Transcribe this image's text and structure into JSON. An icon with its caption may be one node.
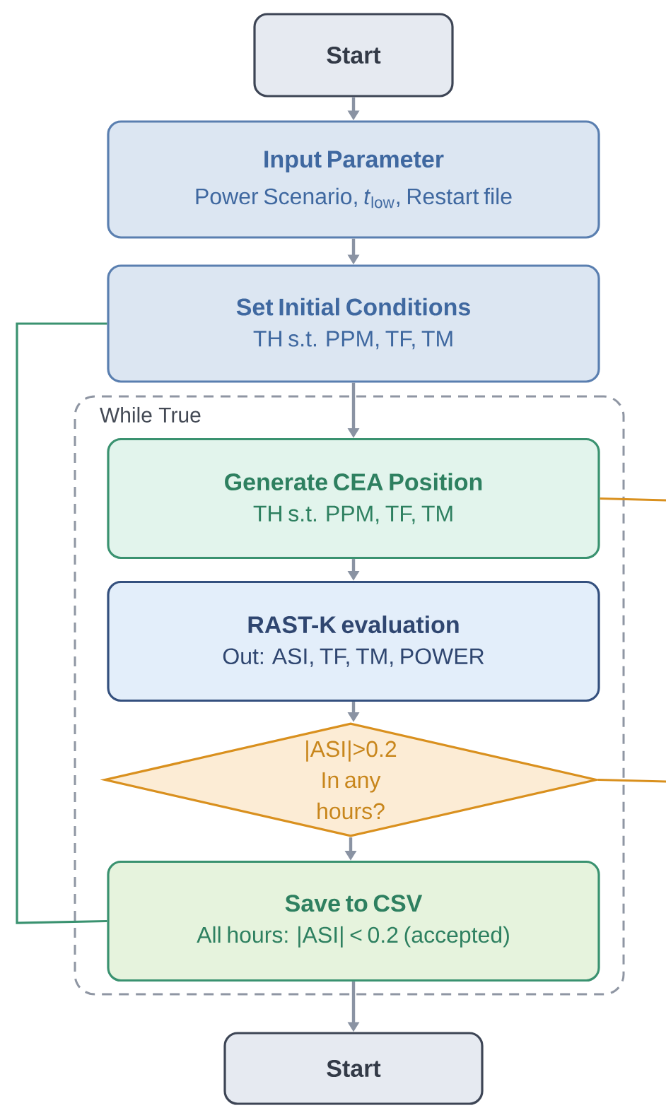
{
  "diagram": {
    "nodes": [
      {
        "text": [
          "Start"
        ]
      },
      {
        "text": [
          "Input Parameter",
          "Power Scenario, *t*$_{low}$, Restart file"
        ]
      },
      {
        "text": [
          "Set Initial Conditions",
          "TH s.t. PPM, TF, TM"
        ]
      },
      {
        "text": [
          "While True"
        ]
      },
      {
        "text": [
          "Generate CEA Position",
          "TH s.t. PPM, TF, TM"
        ],
        "in": 3
      },
      {
        "text": [
          "RAST-K evaluation",
          "Out: ASI, TF, TM, POWER"
        ],
        "in": 3
      },
      {
        "text": [
          "|ASI|>0.2 In any hours?"
        ],
        "in": 3
      },
      {
        "text": [
          "Save to CSV",
          "All hours: |ASI| < 0.2 (accepted)"
        ],
        "in": 3
      },
      {
        "text": [
          "Start"
        ]
      }
    ],
    "edges": [
      {
        "from": 0,
        "to": 1,
        "arrow": "to"
      },
      {
        "from": 1,
        "to": 2,
        "arrow": "to"
      },
      {
        "from": 2,
        "to": 4,
        "arrow": "to"
      },
      {
        "from": 4,
        "to": 5,
        "arrow": "to"
      },
      {
        "from": 5,
        "to": 6,
        "arrow": "to"
      },
      {
        "from": 6,
        "to": 7,
        "arrow": "to"
      },
      {
        "from": 7,
        "to": 8,
        "arrow": "to"
      },
      {
        "from": 7,
        "to": 2,
        "arrow": "none",
        "color": "#3a9270"
      },
      {
        "from": 4,
        "to": null,
        "arrow": "none",
        "color": "#d9901e"
      },
      {
        "from": 6,
        "to": null,
        "arrow": "none",
        "color": "#d9901e"
      }
    ]
  }
}
